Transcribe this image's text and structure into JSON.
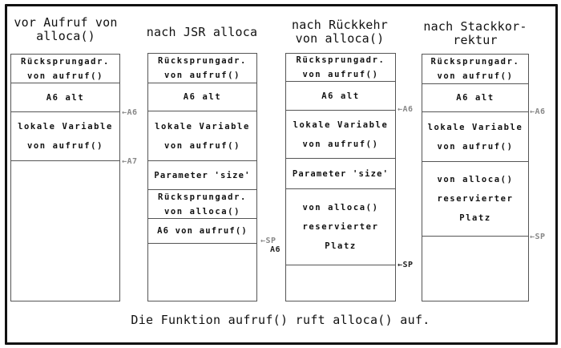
{
  "diagram": {
    "caption": "Die Funktion aufruf() ruft alloca() auf.",
    "columns": [
      {
        "title_lines": [
          "vor Aufruf von",
          "alloca()"
        ],
        "cells": [
          [
            "Rücksprungadr.",
            "von aufruf()"
          ],
          [
            "A6 alt"
          ],
          [
            "lokale Variable",
            "von aufruf()"
          ],
          []
        ],
        "pointers": [
          {
            "label": "←A6",
            "at_boundary": "after A6 alt"
          },
          {
            "label": "←A7",
            "at_boundary": "after lokale Variable"
          }
        ]
      },
      {
        "title_lines": [
          "nach JSR alloca"
        ],
        "cells": [
          [
            "Rücksprungadr.",
            "von aufruf()"
          ],
          [
            "A6 alt"
          ],
          [
            "lokale Variable",
            "von aufruf()"
          ],
          [
            "Parameter 'size'"
          ],
          [
            "Rücksprungadr.",
            "von alloca()"
          ],
          [
            "A6 von aufruf()"
          ],
          []
        ],
        "pointers": [
          {
            "label": "←SP",
            "label2": "A6",
            "at_boundary": "after A6 von aufruf()"
          }
        ]
      },
      {
        "title_lines": [
          "nach Rückkehr",
          "von alloca()"
        ],
        "cells": [
          [
            "Rücksprungadr.",
            "von aufruf()"
          ],
          [
            "A6 alt"
          ],
          [
            "lokale Variable",
            "von aufruf()"
          ],
          [
            "Parameter 'size'"
          ],
          [
            "von alloca()",
            "reservierter",
            "Platz"
          ],
          []
        ],
        "pointers": [
          {
            "label": "←A6",
            "at_boundary": "after A6 alt"
          },
          {
            "label": "←SP",
            "at_boundary": "after reservierter Platz"
          }
        ]
      },
      {
        "title_lines": [
          "nach Stackkor-",
          "rektur"
        ],
        "cells": [
          [
            "Rücksprungadr.",
            "von aufruf()"
          ],
          [
            "A6 alt"
          ],
          [
            "lokale Variable",
            "von aufruf()"
          ],
          [
            "von alloca()",
            "reservierter",
            "Platz"
          ],
          []
        ],
        "pointers": [
          {
            "label": "←A6",
            "at_boundary": "after A6 alt"
          },
          {
            "label": "←SP",
            "at_boundary": "after reservierter Platz"
          }
        ]
      }
    ]
  }
}
